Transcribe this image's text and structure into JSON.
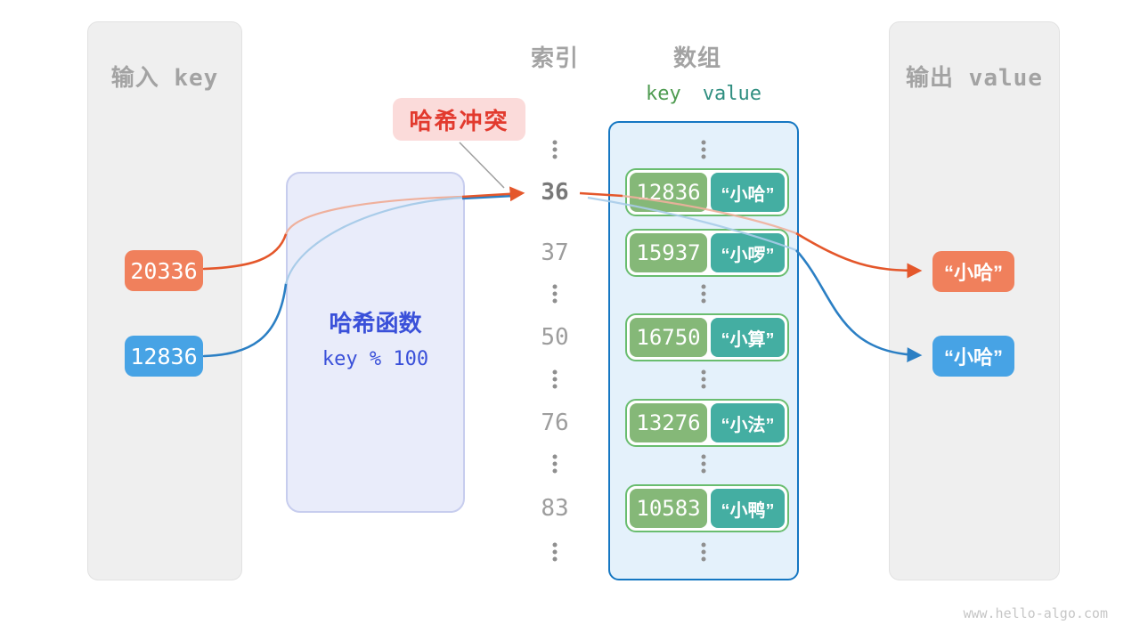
{
  "site": {
    "watermark": "www.hello-algo.com"
  },
  "colors": {
    "orange": "#f0805c",
    "blue": "#47a3e5",
    "orange_arrow": "#e4572b",
    "blue_arrow": "#2b7fc4",
    "hash_text": "#3a50d9",
    "collision_red": "#e23a2e",
    "array_border": "#1577c2",
    "pair_border": "#69bd6f",
    "pair_key_green": "#85b878",
    "pair_value_teal": "#44aea2"
  },
  "input_panel": {
    "title": "输入 key",
    "keys": [
      {
        "label": "20336",
        "color": "orange"
      },
      {
        "label": "12836",
        "color": "blue"
      }
    ]
  },
  "hash_box": {
    "title": "哈希函数",
    "formula": "key % 100"
  },
  "collision_label": {
    "text": "哈希冲突"
  },
  "index_column": {
    "title": "索引",
    "rows": [
      {
        "type": "dots"
      },
      {
        "type": "index",
        "label": "36",
        "emphasis": true
      },
      {
        "type": "index",
        "label": "37"
      },
      {
        "type": "dots"
      },
      {
        "type": "index",
        "label": "50"
      },
      {
        "type": "dots"
      },
      {
        "type": "index",
        "label": "76"
      },
      {
        "type": "dots"
      },
      {
        "type": "index",
        "label": "83"
      },
      {
        "type": "dots"
      }
    ]
  },
  "array_panel": {
    "title": "数组",
    "key_header": "key",
    "value_header": "value",
    "rows": [
      {
        "type": "dots"
      },
      {
        "type": "pair",
        "key": "12836",
        "value": "“小哈”"
      },
      {
        "type": "pair",
        "key": "15937",
        "value": "“小啰”"
      },
      {
        "type": "dots"
      },
      {
        "type": "pair",
        "key": "16750",
        "value": "“小算”"
      },
      {
        "type": "dots"
      },
      {
        "type": "pair",
        "key": "13276",
        "value": "“小法”"
      },
      {
        "type": "dots"
      },
      {
        "type": "pair",
        "key": "10583",
        "value": "“小鸭”"
      },
      {
        "type": "dots"
      }
    ]
  },
  "output_panel": {
    "title": "输出 value",
    "values": [
      {
        "label": "“小哈”",
        "color": "orange"
      },
      {
        "label": "“小哈”",
        "color": "blue"
      }
    ]
  }
}
